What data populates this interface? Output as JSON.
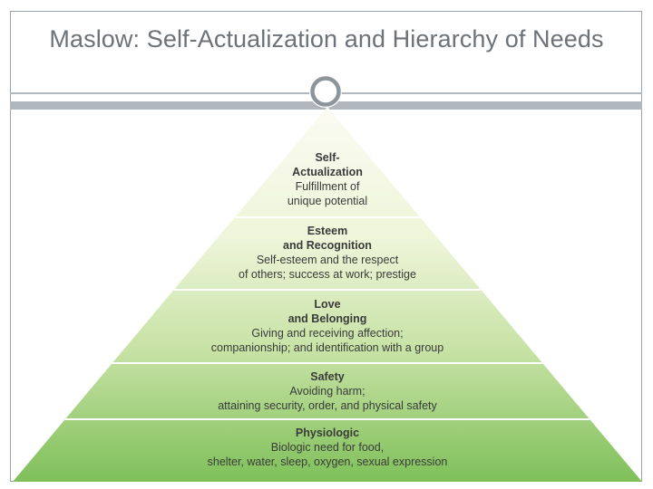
{
  "slide": {
    "title": "Maslow: Self-Actualization and Hierarchy of Needs"
  },
  "pyramid": {
    "levels": [
      {
        "heading_lines": [
          "Self-",
          "Actualization"
        ],
        "description_lines": [
          "Fulfillment of",
          "unique potential"
        ]
      },
      {
        "heading_lines": [
          "Esteem",
          "and Recognition"
        ],
        "description_lines": [
          "Self-esteem and the respect",
          "of others; success at work; prestige"
        ]
      },
      {
        "heading_lines": [
          "Love",
          "and Belonging"
        ],
        "description_lines": [
          "Giving and receiving affection;",
          "companionship; and identification with a group"
        ]
      },
      {
        "heading_lines": [
          "Safety"
        ],
        "description_lines": [
          "Avoiding harm;",
          "attaining security, order, and physical safety"
        ]
      },
      {
        "heading_lines": [
          "Physiologic"
        ],
        "description_lines": [
          "Biologic need for food,",
          "shelter, water, sleep, oxygen, sexual expression"
        ]
      }
    ]
  },
  "colors": {
    "apex": "#fbfbf3",
    "base": "#7fc05a",
    "divider": "#ffffff",
    "frame": "#9aa2aa",
    "title_text": "#6d7278"
  }
}
